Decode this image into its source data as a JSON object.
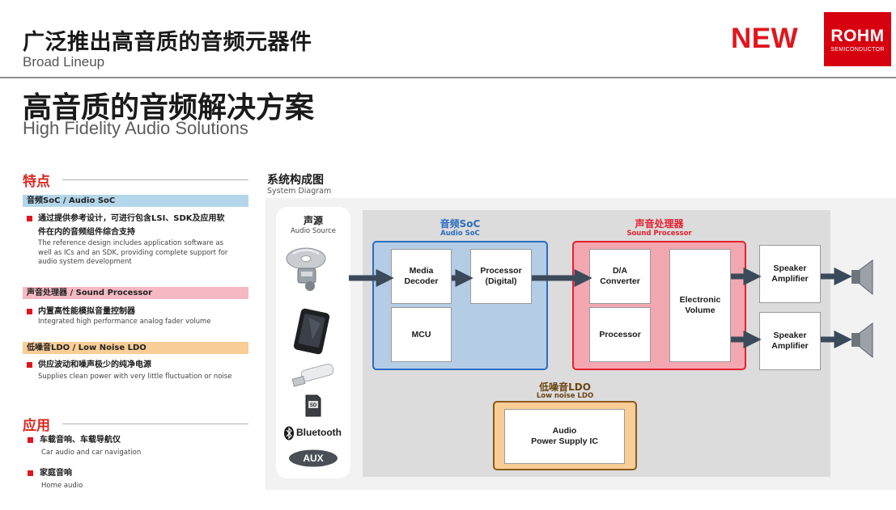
{
  "header": {
    "title_zh": "广泛推出高音质的音频元器件",
    "title_en": "Broad Lineup",
    "new_badge": "NEW",
    "logo_text": "ROHM",
    "logo_sub": "SEMICONDUCTOR"
  },
  "main": {
    "title_zh": "高音质的音频解决方案",
    "title_en": "High Fidelity Audio Solutions"
  },
  "features": {
    "heading": "特点",
    "sections": [
      {
        "bar": "音频SoC / Audio SoC",
        "zh_lines": [
          "通过提供参考设计，可进行包含LSI、SDK及应用软",
          "件在内的音频组件综合支持"
        ],
        "en_lines": [
          "The reference design includes application software as",
          "well as ICs and an SDK, providing complete support for",
          "audio system development"
        ]
      },
      {
        "bar": "声音处理器 / Sound Processor",
        "zh_lines": [
          "内置高性能模拟音量控制器"
        ],
        "en_lines": [
          "Integrated high performance analog fader volume"
        ]
      },
      {
        "bar": "低噪音LDO / Low Noise LDO",
        "zh_lines": [
          "供应波动和噪声极少的纯净电源"
        ],
        "en_lines": [
          "Supplies clean power with very little fluctuation or noise"
        ]
      }
    ]
  },
  "applications": {
    "heading": "应用",
    "items": [
      {
        "zh": "车载音响、车载导航仪",
        "en": "Car audio and car navigation"
      },
      {
        "zh": "家庭音响",
        "en": "Home audio"
      }
    ]
  },
  "diagram": {
    "title_zh": "系统构成图",
    "title_en": "System Diagram",
    "source": {
      "title_zh": "声源",
      "title_en": "Audio Source",
      "icons": [
        "cd-drive-icon",
        "smartphone-icon",
        "usb-drive-icon",
        "sd-card-icon",
        "bluetooth-icon",
        "aux-icon"
      ],
      "bluetooth_label": "Bluetooth",
      "aux_label": "AUX"
    },
    "soc": {
      "title_zh": "音频SoC",
      "title_en": "Audio SoC",
      "blocks": {
        "media_decoder": "Media\nDecoder",
        "processor_digital": "Processor\n(Digital)",
        "mcu": "MCU"
      }
    },
    "sound_processor": {
      "title_zh": "声音处理器",
      "title_en": "Sound Processor",
      "blocks": {
        "da_converter": "D/A\nConverter",
        "processor": "Processor",
        "electronic_volume": "Electronic\nVolume"
      }
    },
    "amplifiers": [
      "Speaker\nAmplifier",
      "Speaker\nAmplifier"
    ],
    "ldo": {
      "title_zh": "低噪音LDO",
      "title_en": "Low noise LDO",
      "block": "Audio\nPower Supply IC"
    },
    "output_icon": "speaker-icon"
  },
  "colors": {
    "accent_red": "#e0161e",
    "logo_red": "#d7000f",
    "soc_blue": "#2a6cc0",
    "soc_fill": "#b4cde4",
    "sp_red": "#e5212f",
    "sp_fill": "#f2a7b1",
    "ldo_brown": "#8a5a1c",
    "ldo_fill": "#f8cd96",
    "arrow": "#3b4a5a"
  }
}
